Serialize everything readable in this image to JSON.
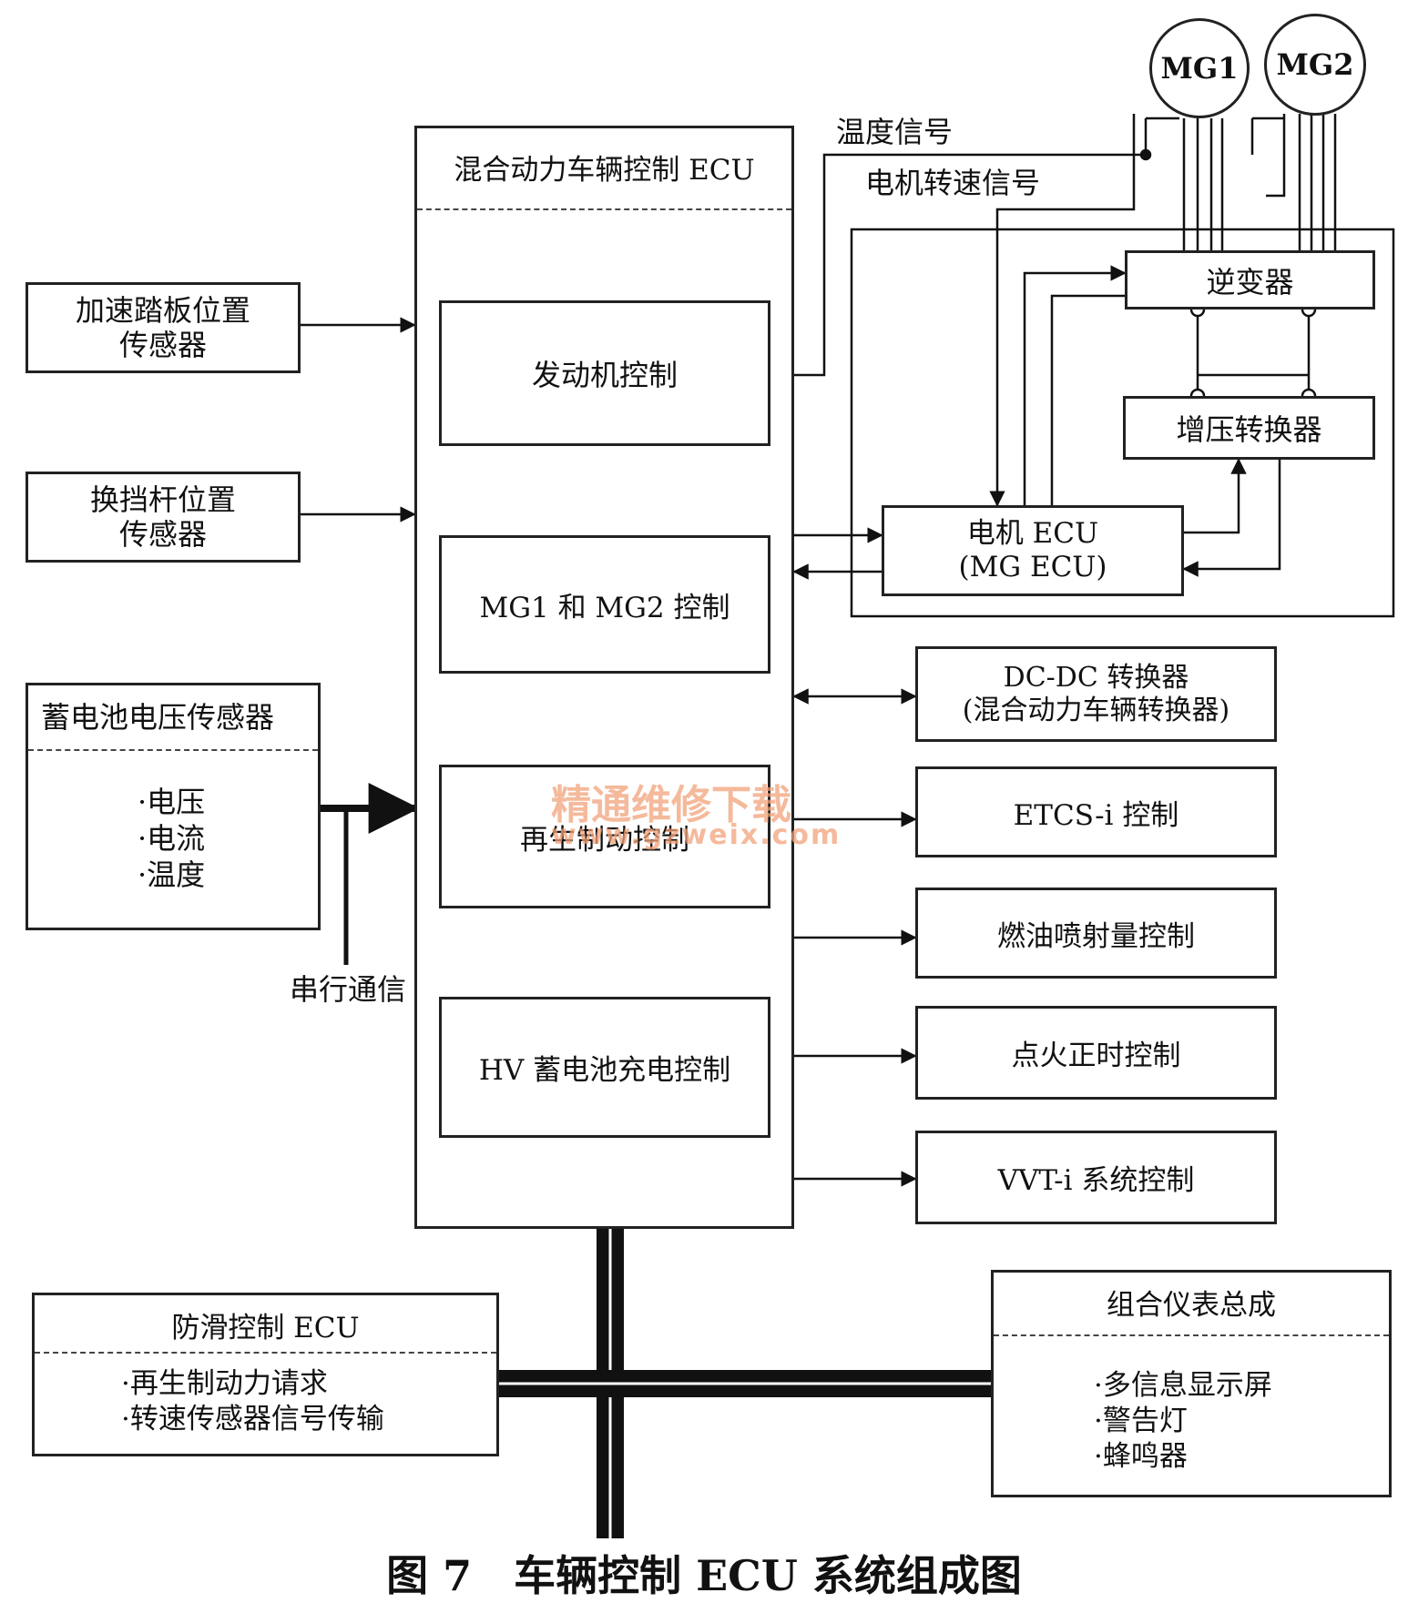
{
  "figure": {
    "caption": "图 7　车辆控制 ECU 系统组成图"
  },
  "watermark": {
    "cn": "精通维修下载",
    "url": "www.gzweix.com"
  },
  "inputs": {
    "accel": "加速踏板位置\n传感器",
    "shift": "换挡杆位置\n传感器",
    "battery_title": "蓄电池电压传感器",
    "battery_items": "·电压\n·电流\n·温度",
    "serial_label": "串行通信"
  },
  "hv_ecu": {
    "title": "混合动力车辆控制 ECU",
    "engine": "发动机控制",
    "mg": "MG1 和 MG2 控制",
    "regen": "再生制动控制",
    "hv": "HV 蓄电池充电控制"
  },
  "motor_side": {
    "mg1": "MG1",
    "mg2": "MG2",
    "temp_signal": "温度信号",
    "speed_signal": "电机转速信号",
    "inverter": "逆变器",
    "boost": "增压转换器",
    "mg_ecu": "电机 ECU\n(MG ECU)"
  },
  "outputs": {
    "dcdc": "DC-DC 转换器\n(混合动力车辆转换器)",
    "etcs": "ETCS-i 控制",
    "fuel": "燃油喷射量控制",
    "ignition": "点火正时控制",
    "vvt": "VVT-i 系统控制"
  },
  "skid": {
    "title": "防滑控制 ECU",
    "items": "·再生制动力请求\n·转速传感器信号传输"
  },
  "meter": {
    "title": "组合仪表总成",
    "items": "·多信息显示屏\n·警告灯\n·蜂鸣器"
  }
}
